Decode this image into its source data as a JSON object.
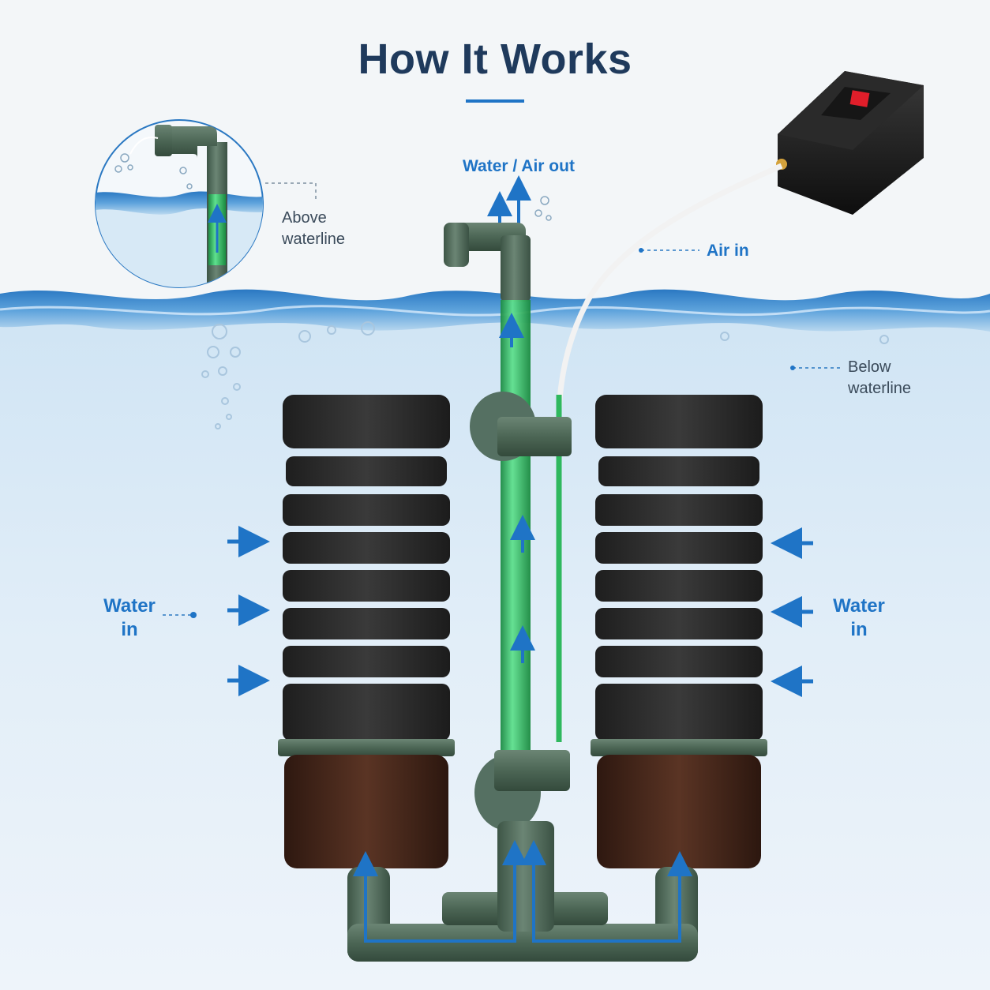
{
  "title": "How It Works",
  "labels": {
    "water_air_out": "Water / Air out",
    "air_in": "Air in",
    "above_waterline": "Above\nwaterline",
    "below_waterline": "Below\nwaterline",
    "water_in_left": "Water\nin",
    "water_in_right": "Water\nin"
  },
  "colors": {
    "title": "#1f3a5c",
    "accent_blue": "#1f74c6",
    "pipe_green": "#4c6655",
    "tube_green": "#2fb85e",
    "sponge": "#2b2b2b",
    "media_chamber": "#4a2a1f",
    "pump": "#1b1b1b",
    "pump_switch": "#e01e2a"
  }
}
